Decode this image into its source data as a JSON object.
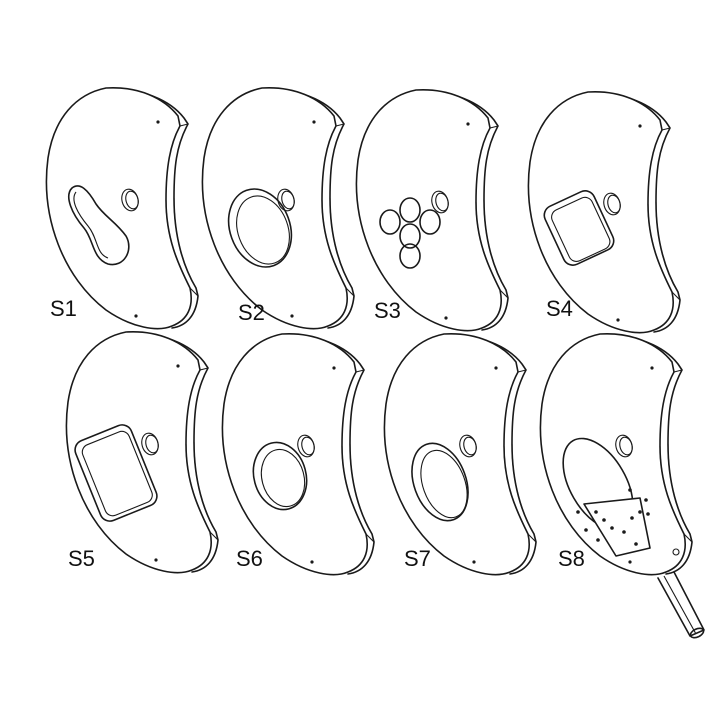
{
  "panels": [
    {
      "label": "S1",
      "cutout": "keyhole"
    },
    {
      "label": "S2",
      "cutout": "large-ellipse"
    },
    {
      "label": "S3",
      "cutout": "five-small-holes"
    },
    {
      "label": "S4",
      "cutout": "rounded-rectangle"
    },
    {
      "label": "S5",
      "cutout": "long-rounded-rectangle"
    },
    {
      "label": "S6",
      "cutout": "medium-ellipse"
    },
    {
      "label": "S7",
      "cutout": "offset-ellipse"
    },
    {
      "label": "S8",
      "cutout": "ellipse-with-pcb-and-stem"
    }
  ]
}
